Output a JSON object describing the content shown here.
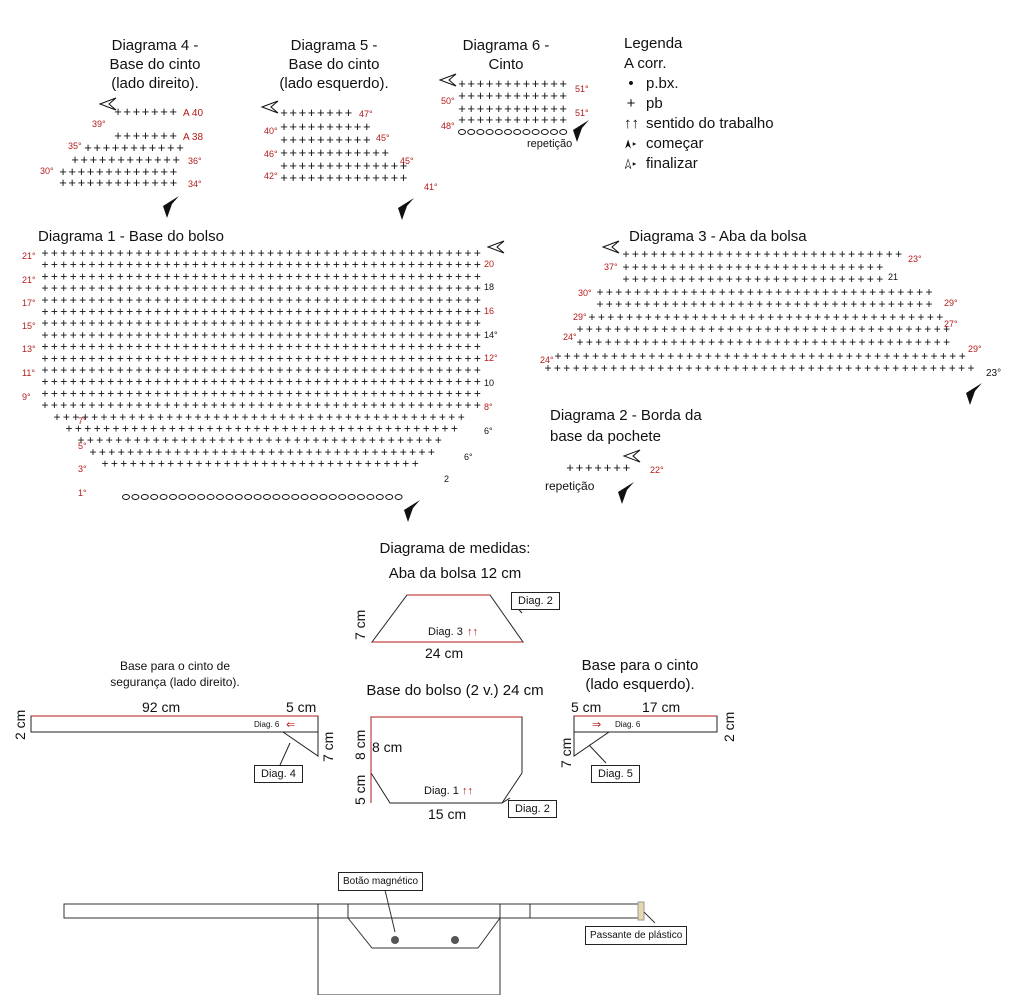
{
  "diagram4": {
    "title_1": "Diagrama 4 -",
    "title_2": "Base do cinto",
    "title_3": "(lado direito).",
    "labels": [
      "A 40",
      "A 38",
      "36°",
      "34°",
      "39°",
      "35°",
      "30°"
    ]
  },
  "diagram5": {
    "title_1": "Diagrama 5 -",
    "title_2": "Base do cinto",
    "title_3": "(lado esquerdo).",
    "labels": [
      "47°",
      "45°",
      "45°",
      "41°",
      "40°",
      "46°",
      "42°"
    ]
  },
  "diagram6": {
    "title_1": "Diagrama 6 -",
    "title_2": "Cinto",
    "labels": [
      "51°",
      "51°",
      "50°",
      "48°"
    ],
    "repeat": "repetição"
  },
  "legend": {
    "title": "Legenda",
    "color": "A corr.",
    "items": [
      {
        "symbol": "•",
        "label": "p.bx."
      },
      {
        "symbol": "+",
        "label": "pb"
      },
      {
        "symbol": "↑↑",
        "label": "sentido do trabalho"
      },
      {
        "symbol": "start-arrow-icon",
        "label": "começar"
      },
      {
        "symbol": "end-arrow-icon",
        "label": "finalizar"
      }
    ]
  },
  "diagram1": {
    "title": "Diagrama 1 - Base do bolso",
    "left_labels": [
      "21°",
      "21°",
      "17°",
      "15°",
      "13°",
      "11°",
      "9°",
      "7°",
      "5°",
      "3°",
      "1°"
    ],
    "right_labels": [
      "20",
      "18",
      "16",
      "14°",
      "12°",
      "10",
      "8°",
      "6°",
      "6°",
      "2"
    ]
  },
  "diagram3": {
    "title": "Diagrama 3 - Aba da bolsa",
    "labels": [
      "23°",
      "37°",
      "21",
      "30°",
      "29°",
      "29°",
      "27°",
      "24°",
      "29°",
      "24°",
      "23°"
    ]
  },
  "diagram2": {
    "title_1": "Diagrama 2 - Borda da",
    "title_2": "base da pochete",
    "label": "22°",
    "repeat": "repetição"
  },
  "measures": {
    "title": "Diagrama de medidas:",
    "flap": {
      "title": "Aba da bolsa 12 cm",
      "height": "7 cm",
      "width": "24 cm",
      "inner": "Diag. 3",
      "ref": "Diag. 2"
    },
    "pocket": {
      "title": "Base do bolso (2 v.) 24 cm",
      "h1": "8 cm",
      "h2": "5 cm",
      "inner_h": "8 cm",
      "width": "15 cm",
      "inner": "Diag. 1",
      "ref": "Diag. 2"
    },
    "right_base": {
      "title_1": "Base para o cinto de",
      "title_2": "segurança (lado direito).",
      "len": "92 cm",
      "short": "5 cm",
      "h": "2 cm",
      "side": "7 cm",
      "inner": "Diag. 6",
      "inner2": "Diag. 4",
      "ref": "Diag. 4"
    },
    "left_base": {
      "title_1": "Base para o cinto",
      "title_2": "(lado esquerdo).",
      "short": "5 cm",
      "len": "17 cm",
      "h": "2 cm",
      "side": "7 cm",
      "inner": "Diag. 6",
      "inner2": "Diag. 5",
      "ref": "Diag. 5"
    }
  },
  "assembly": {
    "button": "Botão magnético",
    "loop": "Passante de plástico"
  },
  "colors": {
    "red": "#b31b1b",
    "line": "#222222"
  }
}
